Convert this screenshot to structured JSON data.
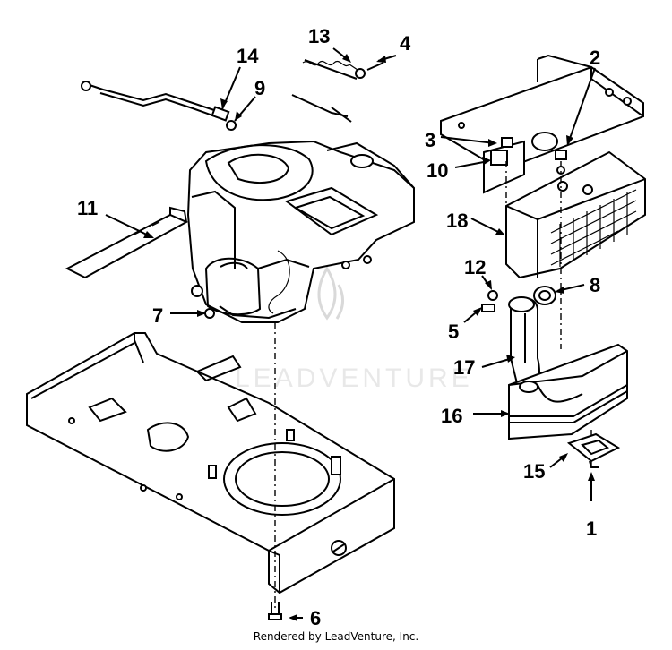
{
  "diagram": {
    "callouts": [
      {
        "id": "1",
        "label": "1"
      },
      {
        "id": "2",
        "label": "2"
      },
      {
        "id": "3",
        "label": "3"
      },
      {
        "id": "4",
        "label": "4"
      },
      {
        "id": "5",
        "label": "5"
      },
      {
        "id": "6",
        "label": "6"
      },
      {
        "id": "7",
        "label": "7"
      },
      {
        "id": "8",
        "label": "8"
      },
      {
        "id": "9",
        "label": "9"
      },
      {
        "id": "10",
        "label": "10"
      },
      {
        "id": "11",
        "label": "11"
      },
      {
        "id": "12",
        "label": "12"
      },
      {
        "id": "13",
        "label": "13"
      },
      {
        "id": "14",
        "label": "14"
      },
      {
        "id": "15",
        "label": "15"
      },
      {
        "id": "16",
        "label": "16"
      },
      {
        "id": "17",
        "label": "17"
      },
      {
        "id": "18",
        "label": "18"
      }
    ],
    "watermark": "LEADVENTURE",
    "footer": "Rendered by LeadVenture, Inc."
  }
}
